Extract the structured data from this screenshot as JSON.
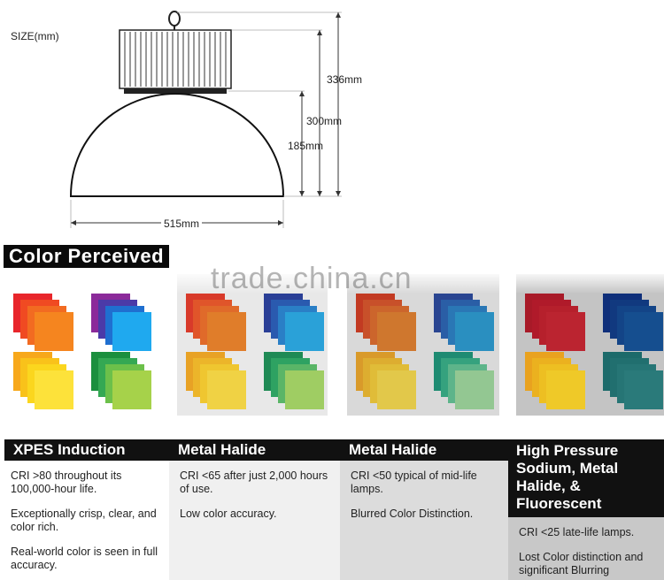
{
  "size_label": "SIZE(mm)",
  "dimensions": {
    "height_total": "336mm",
    "height_mid": "300mm",
    "height_dome": "185mm",
    "width": "515mm"
  },
  "banner": {
    "title": "Color Perceived",
    "watermark": "trade.china.cn"
  },
  "columns": [
    {
      "title": "XPES Induction",
      "lines": [
        "CRI >80 throughout its 100,000-hour life.",
        "Exceptionally crisp, clear, and color rich.",
        "Real-world color is seen in full accuracy."
      ]
    },
    {
      "title": "Metal Halide",
      "lines": [
        "CRI <65 after just 2,000 hours of use.",
        "Low color accuracy."
      ]
    },
    {
      "title": "Metal Halide",
      "lines": [
        "CRI <50 typical of mid-life lamps.",
        "Blurred Color Distinction."
      ]
    },
    {
      "title": "High Pressure Sodium, Metal Halide, & Fluorescent",
      "lines": [
        "CRI <25 late-life lamps.",
        "Lost Color distinction and significant Blurring"
      ]
    }
  ],
  "colors": {
    "header_dark": "#111111",
    "col1_bg": "#ffffff",
    "col2_bg": "#f0f0f0",
    "col3_bg": "#dcdcdc",
    "col4_bg": "#c8c8c8"
  }
}
